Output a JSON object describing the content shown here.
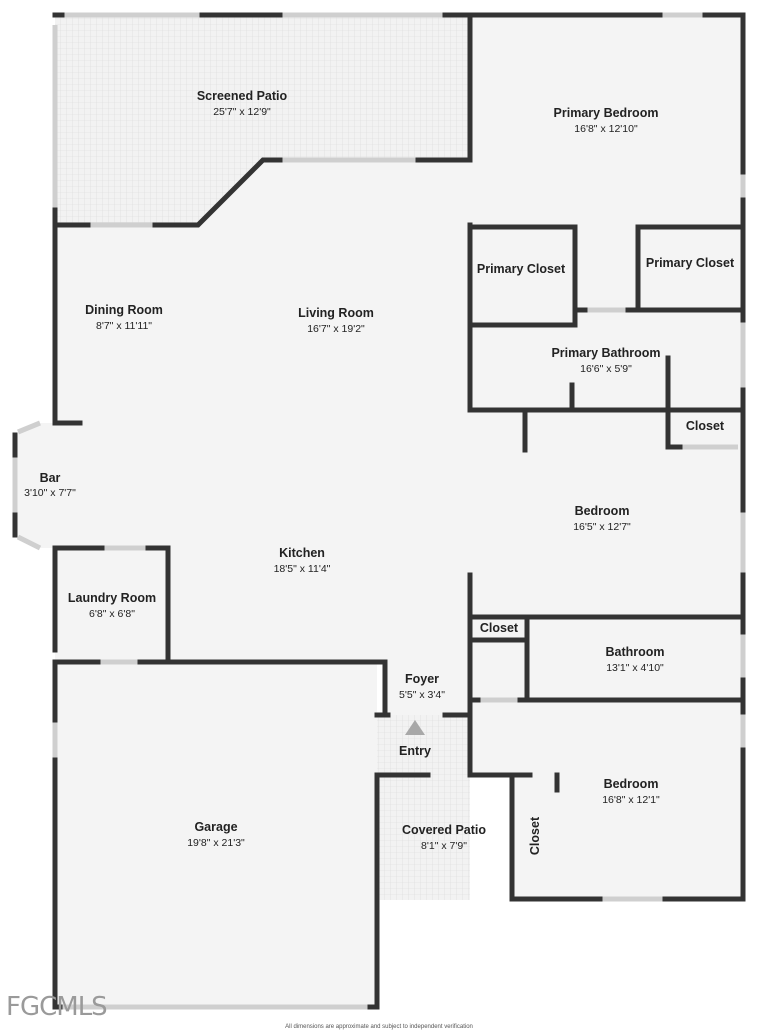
{
  "rooms": {
    "screened_patio": {
      "name": "Screened Patio",
      "dim": "25'7\" x 12'9\""
    },
    "primary_bedroom": {
      "name": "Primary Bedroom",
      "dim": "16'8\" x 12'10\""
    },
    "primary_closet_1": {
      "name": "Primary Closet"
    },
    "primary_closet_2": {
      "name": "Primary Closet"
    },
    "dining_room": {
      "name": "Dining Room",
      "dim": "8'7\" x 11'11\""
    },
    "living_room": {
      "name": "Living Room",
      "dim": "16'7\" x 19'2\""
    },
    "primary_bathroom": {
      "name": "Primary Bathroom",
      "dim": "16'6\" x 5'9\""
    },
    "closet_1": {
      "name": "Closet"
    },
    "bar": {
      "name": "Bar",
      "dim": "3'10\" x 7'7\""
    },
    "bedroom_1": {
      "name": "Bedroom",
      "dim": "16'5\" x 12'7\""
    },
    "kitchen": {
      "name": "Kitchen",
      "dim": "18'5\" x 11'4\""
    },
    "laundry_room": {
      "name": "Laundry Room",
      "dim": "6'8\" x 6'8\""
    },
    "closet_2": {
      "name": "Closet"
    },
    "bathroom": {
      "name": "Bathroom",
      "dim": "13'1\" x 4'10\""
    },
    "foyer": {
      "name": "Foyer",
      "dim": "5'5\" x 3'4\""
    },
    "entry": {
      "name": "Entry"
    },
    "bedroom_2": {
      "name": "Bedroom",
      "dim": "16'8\" x 12'1\""
    },
    "garage": {
      "name": "Garage",
      "dim": "19'8\" x 21'3\""
    },
    "covered_patio": {
      "name": "Covered Patio",
      "dim": "8'1\" x 7'9\""
    },
    "closet_3": {
      "name": "Closet"
    }
  },
  "watermark": "FGCMLS",
  "footnote": "All dimensions are approximate and subject to independent verification",
  "colors": {
    "wall": "#333333",
    "floor": "#f4f4f4",
    "window": "#cfcfcf"
  }
}
